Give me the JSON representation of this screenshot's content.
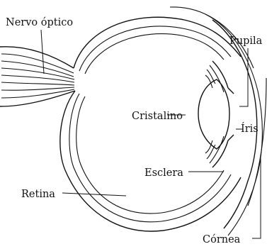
{
  "diagram": {
    "labels": {
      "optic_nerve": "Nervo óptico",
      "pupil": "Pupila",
      "lens": "Cristalino",
      "iris": "Íris",
      "sclera": "Esclera",
      "retina": "Retina",
      "cornea": "Córnea"
    }
  }
}
